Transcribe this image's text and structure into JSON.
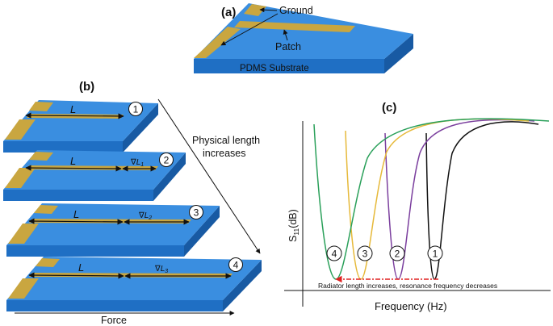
{
  "panel_a": {
    "label": "(a)",
    "ground": "Ground",
    "patch": "Patch",
    "substrate": "PDMS Substrate"
  },
  "panel_b": {
    "label": "(b)",
    "physical_length_1": "Physical length",
    "physical_length_2": "increases",
    "force": "Force",
    "length_L": "L",
    "delta_prefix": "∇L",
    "delta_1": "1",
    "delta_2": "2",
    "delta_3": "3",
    "plates": [
      "1",
      "2",
      "3",
      "4"
    ]
  },
  "panel_c": {
    "label": "(c)",
    "ylabel_main": "S",
    "ylabel_sub": "11",
    "ylabel_rest": "(dB)",
    "xlabel": "Frequency (Hz)",
    "annotation": "Radiator length increases, resonance frequency  decreases",
    "curve_markers": [
      "4",
      "3",
      "2",
      "1"
    ]
  },
  "colors": {
    "substrate_top": "#3a8ee0",
    "substrate_front": "#1f6fc4",
    "substrate_side": "#185aa3",
    "gold": "#c9a640",
    "curve_1": "#111111",
    "curve_2": "#7b3f9e",
    "curve_3": "#e6b93a",
    "curve_4": "#2aa05a",
    "arrow_red": "#e02020"
  },
  "chart_data": {
    "type": "line",
    "title": "",
    "xlabel": "Frequency (Hz)",
    "ylabel": "S11(dB)",
    "series": [
      {
        "name": "1",
        "min_x": 0.79,
        "color": "#111111"
      },
      {
        "name": "2",
        "min_x": 0.6,
        "color": "#7b3f9e"
      },
      {
        "name": "3",
        "min_x": 0.4,
        "color": "#e6b93a"
      },
      {
        "name": "4",
        "min_x": 0.19,
        "color": "#2aa05a"
      }
    ]
  }
}
